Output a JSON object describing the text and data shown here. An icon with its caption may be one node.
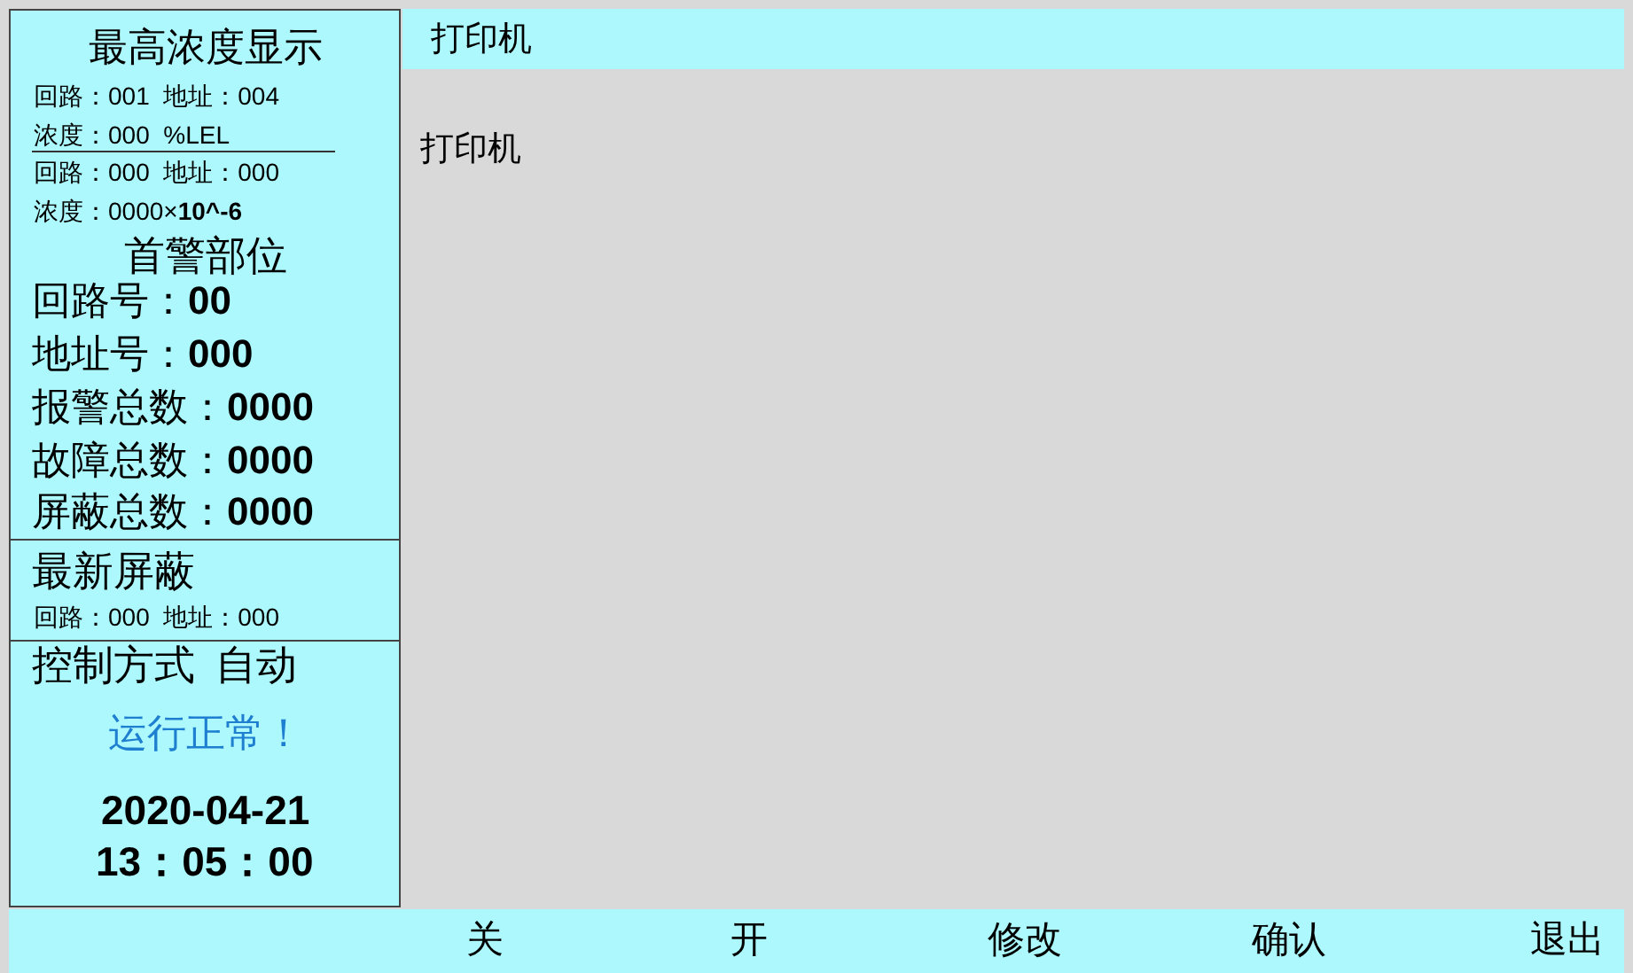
{
  "diagram": {
    "nodes": [
      {
        "text": [
          "最高浓度显示",
          "回路：001  地址：004",
          "浓度：000  %LEL",
          "回路：000  地址：000",
          "浓度：0000×**10^-6**",
          "首警部位",
          "回路号：**00**",
          "地址号：**000**",
          "报警总数：**0000**",
          "故障总数：**0000**",
          "屏蔽总数：**0000**"
        ]
      },
      {
        "text": [
          "最新屏蔽",
          "回路：000  地址：000"
        ]
      },
      {
        "text": [
          "控制方式  自动",
          "运行正常！",
          "2020-04-21",
          "13：05：00"
        ]
      },
      {
        "text": [
          "打印机"
        ]
      },
      {
        "text": [
          "打印机"
        ]
      }
    ],
    "labels": [
      "关",
      "开",
      "修改",
      "确认",
      "退出"
    ]
  }
}
